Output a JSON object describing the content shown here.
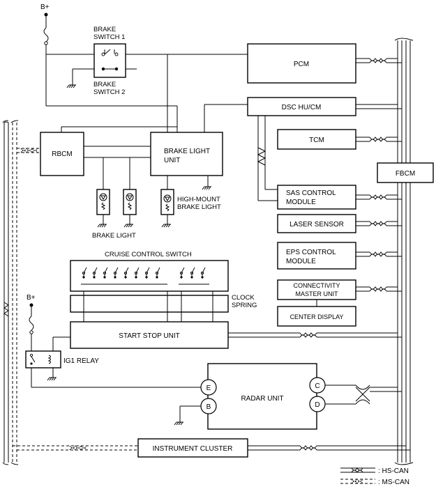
{
  "labels": {
    "bplus": "B+",
    "brake_switch_1": [
      "BRAKE",
      "SWITCH 1"
    ],
    "brake_switch_2": [
      "BRAKE",
      "SWITCH 2"
    ],
    "pcm": "PCM",
    "dsc": "DSC HU/CM",
    "tcm": "TCM",
    "fbcm": "FBCM",
    "rbcm": "RBCM",
    "brake_light_unit": [
      "BRAKE LIGHT",
      "UNIT"
    ],
    "sas": [
      "SAS CONTROL",
      "MODULE"
    ],
    "laser": "LASER SENSOR",
    "eps": [
      "EPS CONTROL",
      "MODULE"
    ],
    "connectivity": [
      "CONNECTIVITY",
      "MASTER UNIT"
    ],
    "center_display": "CENTER DISPLAY",
    "high_mount": [
      "HIGH-MOUNT",
      "BRAKE LIGHT"
    ],
    "brake_light": "BRAKE LIGHT",
    "cruise": "CRUISE CONTROL SWITCH",
    "clock_spring": [
      "CLOCK",
      "SPRING"
    ],
    "start_stop": "START STOP UNIT",
    "ig1": "IG1 RELAY",
    "radar": "RADAR UNIT",
    "instrument": "INSTRUMENT CLUSTER",
    "conn_e": "E",
    "conn_b": "B",
    "conn_c": "C",
    "conn_d": "D",
    "legend_hs": ": HS-CAN",
    "legend_ms": ": MS-CAN"
  }
}
